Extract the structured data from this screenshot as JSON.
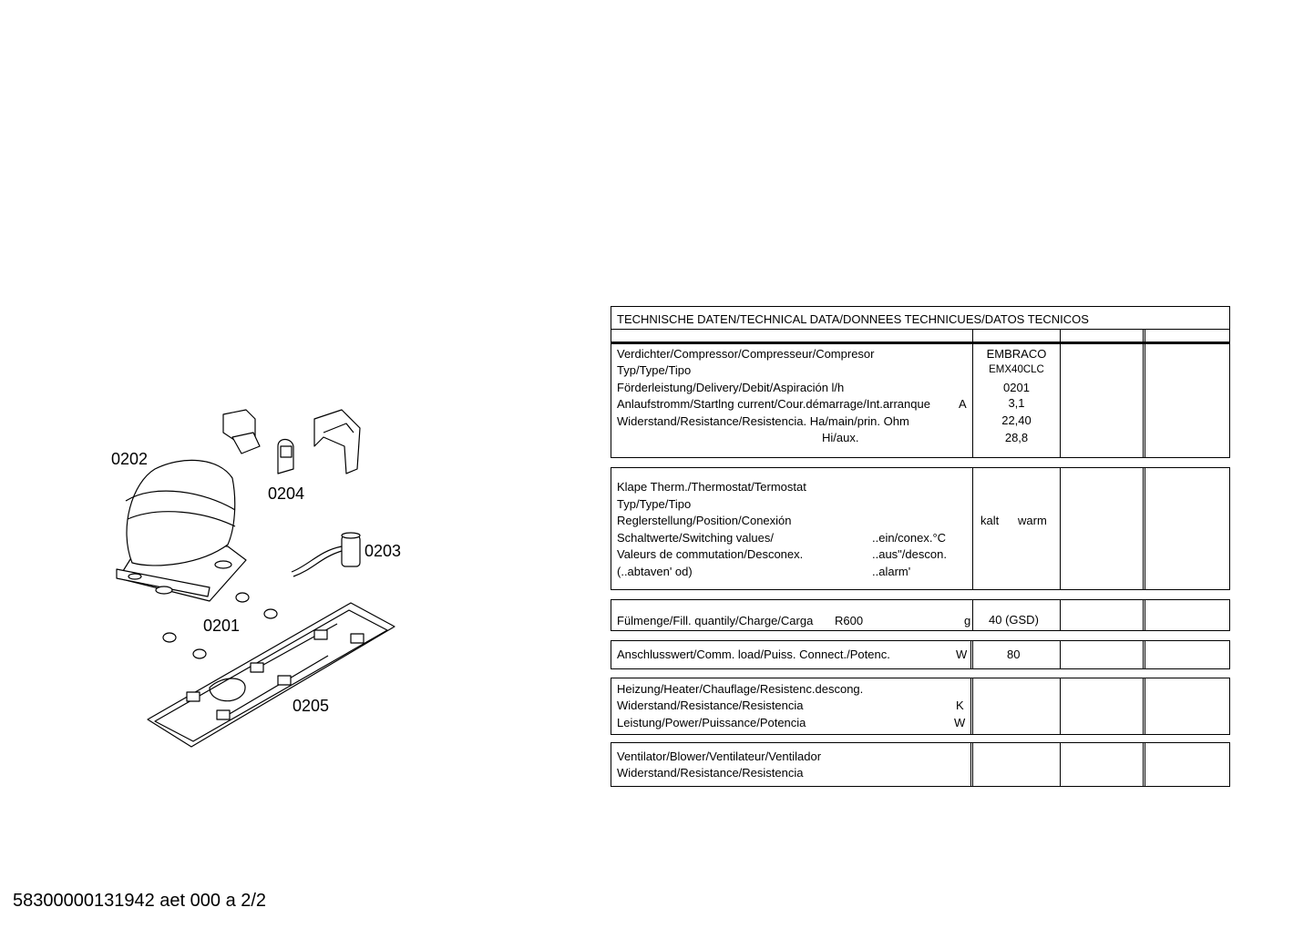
{
  "parts": {
    "p0202": "0202",
    "p0204": "0204",
    "p0203": "0203",
    "p0201": "0201",
    "p0205": "0205"
  },
  "footer": "58300000131942 aet 000 a 2/2",
  "table": {
    "title": "TECHNISCHE DATEN/TECHNICAL DATA/DONNEES TECHNICUES/DATOS TECNICOS",
    "compressor": {
      "l1": "Verdichter/Compressor/Compresseur/Compresor",
      "l2": "Typ/Type/Tipo",
      "l3": "Förderleistung/Delivery/Debit/Aspiración l/h",
      "l4": "Anlaufstromm/Startlng current/Cour.démarrage/Int.arranque",
      "l4_unit": "A",
      "l5": "Widerstand/Resistance/Resistencia. Ha/main/prin. Ohm",
      "l6": "Hi/aux.",
      "v1": "EMBRACO",
      "v2": "EMX40CLC",
      "v3": "0201",
      "v4": "3,1",
      "v5": "22,40",
      "v6": "28,8"
    },
    "thermostat": {
      "l1": "Klape Therm./Thermostat/Termostat",
      "l2": "Typ/Type/Tipo",
      "l3": "Reglerstellung/Position/Conexión",
      "l4": "Schaltwerte/Switching values/",
      "l4_right": "..ein/conex.°C",
      "l5": "Valeurs de commutation/Desconex.",
      "l5_right": "..aus\"/descon.",
      "l6": "(..abtaven' od)",
      "l6_right": "..alarm'",
      "v_kalt": "kalt",
      "v_warm": "warm"
    },
    "fill": {
      "label": "Fülmenge/Fill. quantily/Charge/Carga",
      "refrigerant": "R600",
      "unit": "g",
      "value": "40  (GSD)"
    },
    "load": {
      "label": "Anschlusswert/Comm. load/Puiss. Connect./Potenc.",
      "unit": "W",
      "value": "80"
    },
    "heater": {
      "l1": "Heizung/Heater/Chauflage/Resistenc.descong.",
      "l2": "Widerstand/Resistance/Resistencia",
      "l2_unit": "K",
      "l3": "Leistung/Power/Puissance/Potencia",
      "l3_unit": "W"
    },
    "blower": {
      "l1": "Ventilator/Blower/Ventilateur/Ventilador",
      "l2": "Widerstand/Resistance/Resistencia"
    }
  }
}
